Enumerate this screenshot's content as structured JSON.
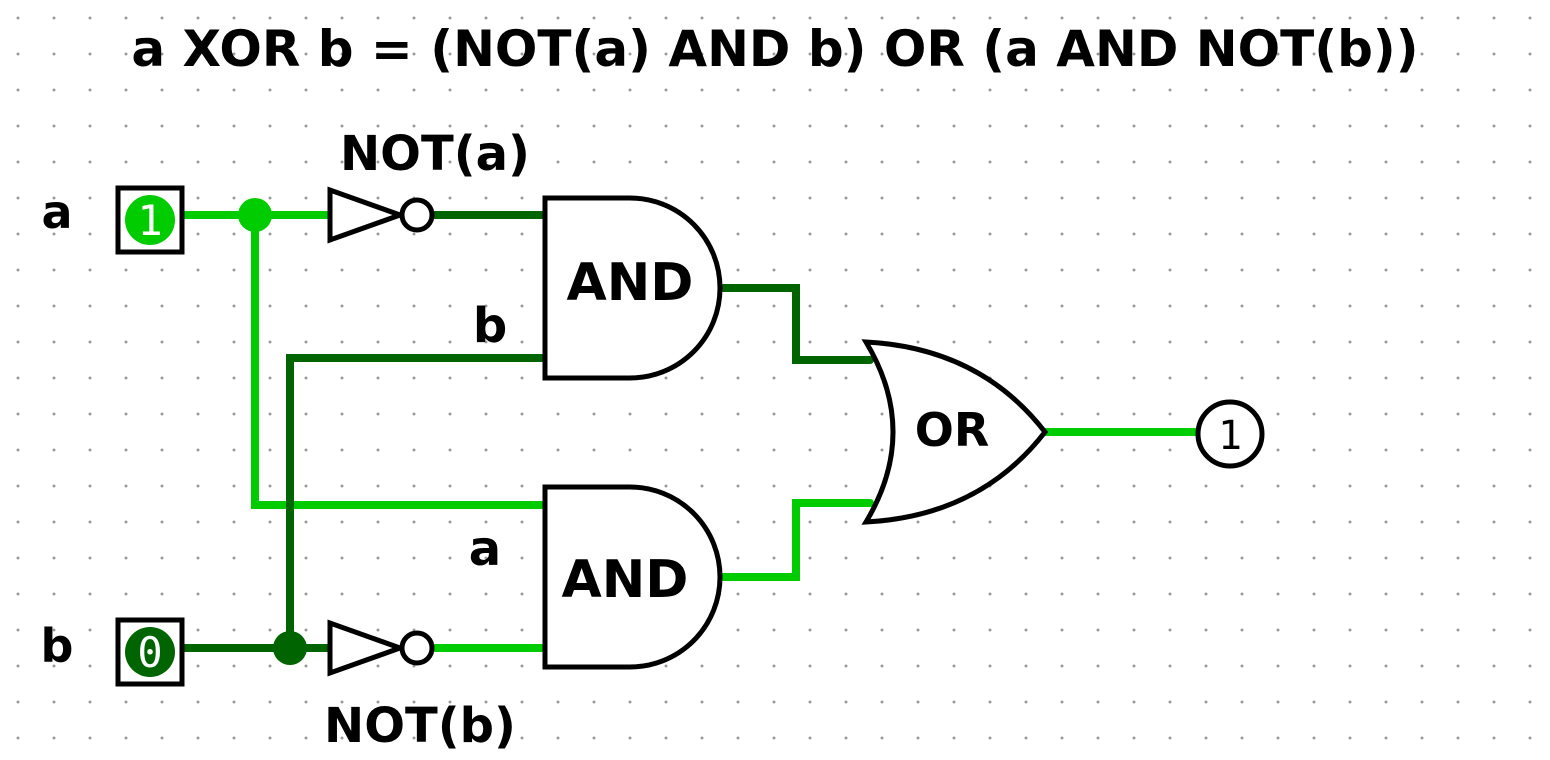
{
  "title": "a XOR b = (NOT(a) AND b) OR (a AND NOT(b))",
  "colors": {
    "wire_high": "#00cc00",
    "wire_low": "#006400",
    "outline": "#000000",
    "grid_dot": "#9a9a9a"
  },
  "inputs": [
    {
      "label": "a",
      "value": "1",
      "state": "high"
    },
    {
      "label": "b",
      "value": "0",
      "state": "low"
    }
  ],
  "gates": {
    "not_a": {
      "label": "NOT(a)"
    },
    "not_b": {
      "label": "NOT(b)"
    },
    "and_top": {
      "label": "AND",
      "input_label": "b"
    },
    "and_bottom": {
      "label": "AND",
      "input_label": "a"
    },
    "or": {
      "label": "OR"
    }
  },
  "output": {
    "value": "1",
    "state": "high"
  }
}
